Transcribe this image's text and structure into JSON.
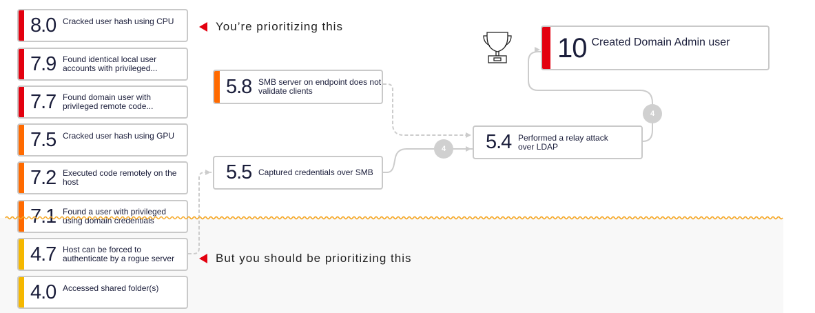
{
  "colors": {
    "red": "#e3000f",
    "orange": "#ff6a00",
    "yellow": "#f5b800"
  },
  "findings": [
    {
      "score": "8.0",
      "text": "Cracked user hash using CPU",
      "color": "#e3000f"
    },
    {
      "score": "7.9",
      "text": "Found identical local user accounts with privileged...",
      "color": "#e3000f"
    },
    {
      "score": "7.7",
      "text": "Found domain user with privileged remote code...",
      "color": "#e3000f"
    },
    {
      "score": "7.5",
      "text": "Cracked user hash using GPU",
      "color": "#ff6a00"
    },
    {
      "score": "7.2",
      "text": "Executed code remotely on the host",
      "color": "#ff6a00"
    },
    {
      "score": "7.1",
      "text": "Found a user with privileged using domain credentials",
      "color": "#ff6a00"
    },
    {
      "score": "4.7",
      "text": "Host can be forced to authenticate by a rogue server",
      "color": "#f5b800"
    },
    {
      "score": "4.0",
      "text": "Accessed shared folder(s)",
      "color": "#f5b800"
    }
  ],
  "labels": {
    "top": "You’re prioritizing this",
    "bottom": "But you should be prioritizing this"
  },
  "path": {
    "smb": {
      "score": "5.8",
      "text": "SMB server on endpoint does not validate clients"
    },
    "captured": {
      "score": "5.5",
      "text": "Captured credentials over SMB"
    },
    "relay": {
      "score": "5.4",
      "text": "Performed a relay attack over LDAP"
    },
    "goal": {
      "score": "10",
      "text": "Created Domain Admin user"
    },
    "badge1": "4",
    "badge2": "4"
  }
}
